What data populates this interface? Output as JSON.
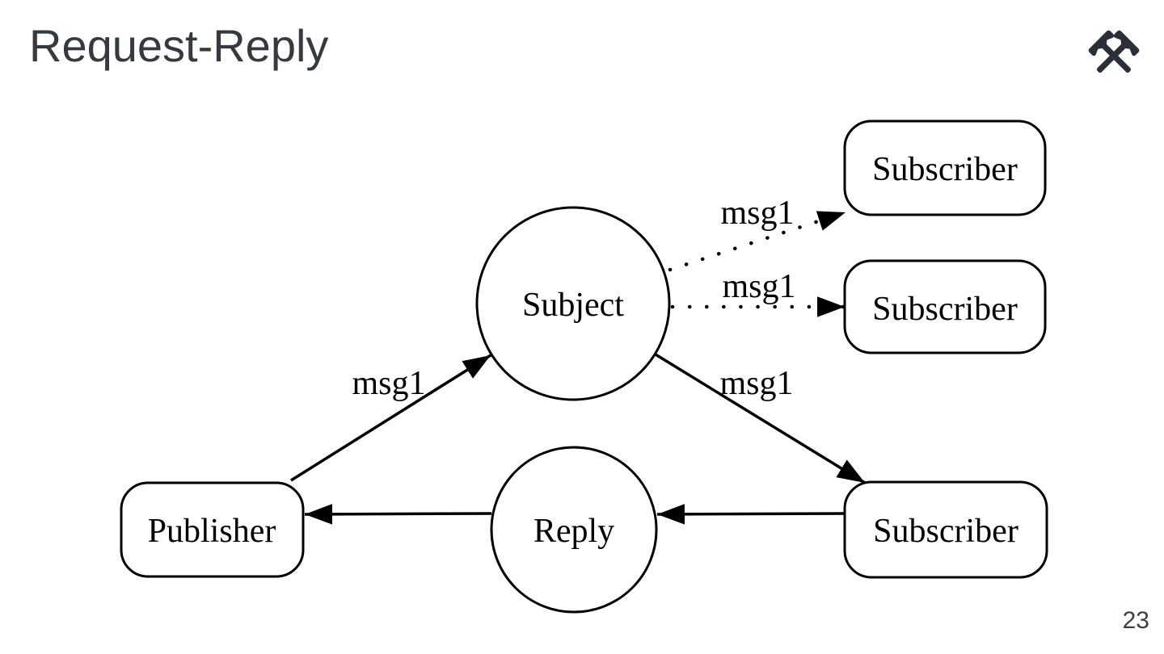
{
  "slide": {
    "title": "Request-Reply",
    "page_number": "23",
    "corner_icon": "crossed-hammers"
  },
  "diagram": {
    "nodes": [
      {
        "id": "subject",
        "label": "Subject",
        "shape": "circle"
      },
      {
        "id": "reply",
        "label": "Reply",
        "shape": "circle"
      },
      {
        "id": "publisher",
        "label": "Publisher",
        "shape": "rounded-rect"
      },
      {
        "id": "subscriber-top",
        "label": "Subscriber",
        "shape": "rounded-rect"
      },
      {
        "id": "subscriber-middle",
        "label": "Subscriber",
        "shape": "rounded-rect"
      },
      {
        "id": "subscriber-bottom",
        "label": "Subscriber",
        "shape": "rounded-rect"
      }
    ],
    "edges": [
      {
        "from": "publisher",
        "to": "subject",
        "label": "msg1",
        "style": "solid"
      },
      {
        "from": "subject",
        "to": "subscriber-top",
        "label": "msg1",
        "style": "dotted"
      },
      {
        "from": "subject",
        "to": "subscriber-middle",
        "label": "msg1",
        "style": "dotted"
      },
      {
        "from": "subject",
        "to": "subscriber-bottom",
        "label": "msg1",
        "style": "solid"
      },
      {
        "from": "subscriber-bottom",
        "to": "reply",
        "label": "",
        "style": "solid"
      },
      {
        "from": "reply",
        "to": "publisher",
        "label": "",
        "style": "solid"
      }
    ],
    "colors": {
      "node_stroke": "#000000",
      "node_fill": "#ffffff",
      "edge": "#000000",
      "title": "#353a40",
      "page_number": "#3c4043",
      "icon": "#2b2f38"
    }
  }
}
